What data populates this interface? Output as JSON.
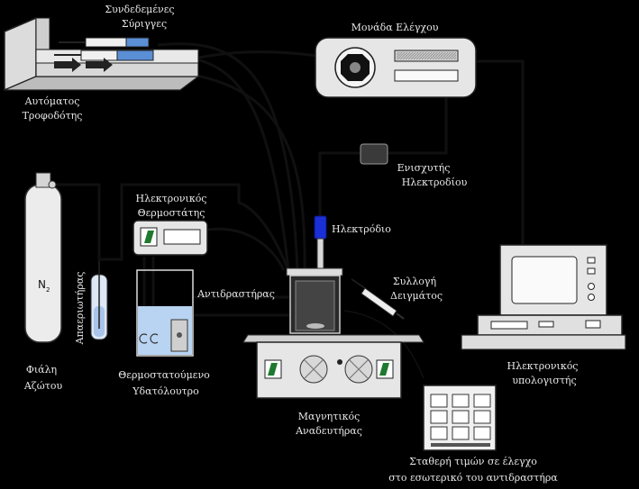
{
  "labels": {
    "syringes": [
      "Συνδεδεμένες",
      "Σύριγγες"
    ],
    "control_unit": [
      "Μονάδα Ελέγχου"
    ],
    "auto_feeder": [
      "Αυτόματος",
      "Τροφοδότης"
    ],
    "electrode_amp": [
      "Ενισχυτής",
      "Ηλεκτροδίου"
    ],
    "thermostat": [
      "Ηλεκτρονικός",
      "Θερμοστάτης"
    ],
    "electrode": [
      "Ηλεκτρόδιο"
    ],
    "deaerator": [
      "Απαεριωτήρας"
    ],
    "reactor": [
      "Αντιδραστήρας"
    ],
    "sampling": [
      "Συλλογή",
      "Δειγμάτος"
    ],
    "n2": [
      "N",
      "2"
    ],
    "n2_bottle": [
      "Φιάλη",
      "Αζώτου"
    ],
    "water_bath": [
      "Θερμοστατούμενο",
      "Υδατόλουτρο"
    ],
    "magnetic_stirrer": [
      "Μαγνητικός",
      "Αναδευτήρας"
    ],
    "computer": [
      "Ηλεκτρονικός",
      "υπολογιστής"
    ],
    "sample_storage": [
      "Σταθερή τιμών σε έλεγχο",
      "στο εσωτερικό του αντιδραστήρα"
    ]
  },
  "colors": {
    "background": "#000000",
    "equipment": "#e6e6e6",
    "cable": "#111111",
    "electrode_tip": "#1a2fd6",
    "syringe_blue": "#5a8fd6",
    "water": "#b8d4f2",
    "green_switch": "#1e7a2e"
  }
}
